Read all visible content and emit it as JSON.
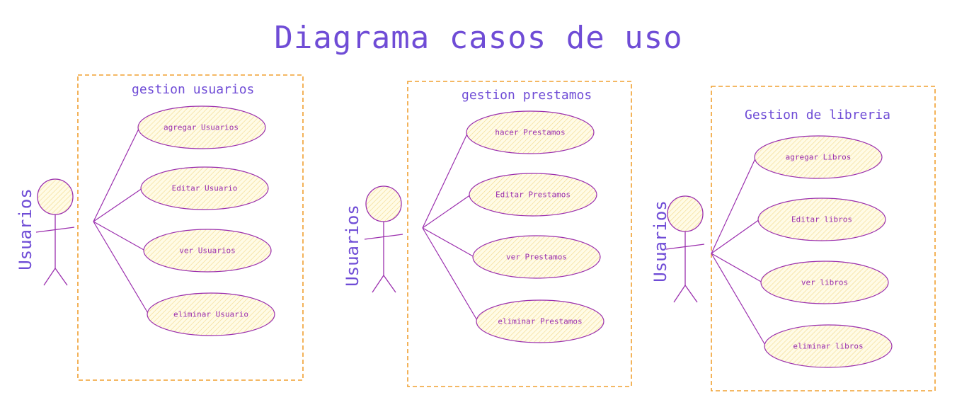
{
  "title": "Diagrama casos de uso",
  "colors": {
    "title": "#6f4cd6",
    "line": "#9b2fae",
    "boundary": "#f0a030",
    "ellipse_fill": "#fffbe6",
    "hatch": "#f2d98a"
  },
  "groups": [
    {
      "actor": "Usuarios",
      "boundary_title": "gestion usuarios",
      "use_cases": [
        "agregar Usuarios",
        "Editar Usuario",
        "ver Usuarios",
        "eliminar Usuario"
      ]
    },
    {
      "actor": "Usuarios",
      "boundary_title": "gestion prestamos",
      "use_cases": [
        "hacer Prestamos",
        "Editar Prestamos",
        "ver Prestamos",
        "eliminar Prestamos"
      ]
    },
    {
      "actor": "Usuarios",
      "boundary_title": "Gestion de libreria",
      "use_cases": [
        "agregar Libros",
        "Editar libros",
        "ver libros",
        "eliminar libros"
      ]
    }
  ]
}
